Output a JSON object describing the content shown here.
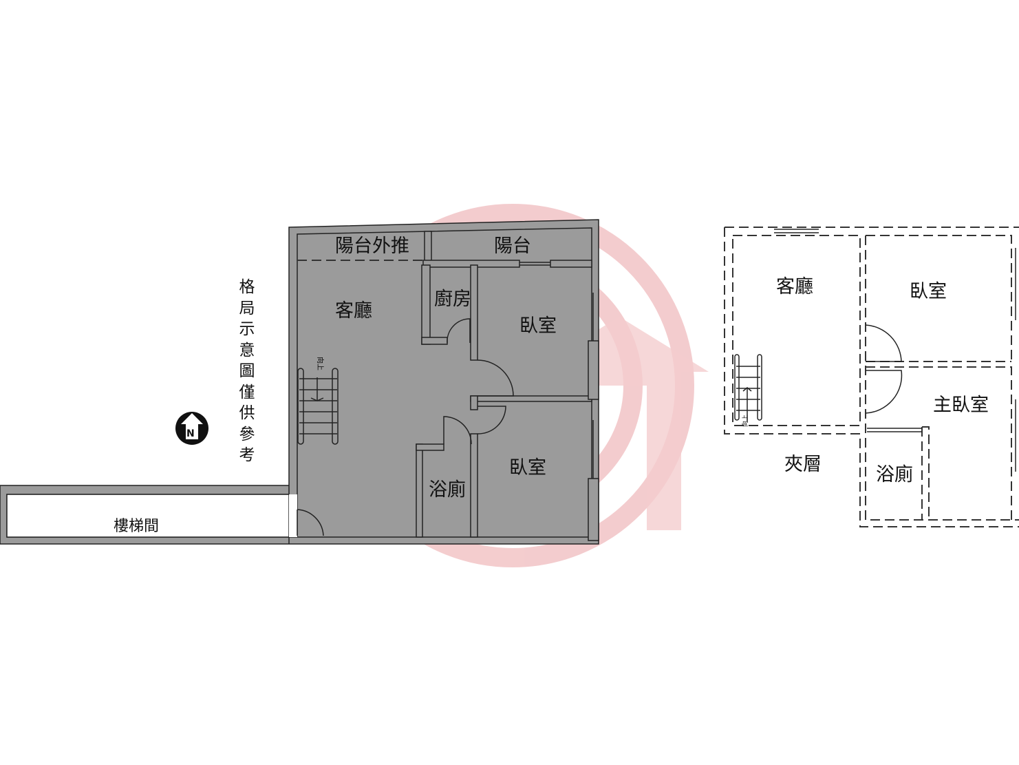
{
  "watermark": {
    "color": "#f2c4c6"
  },
  "ground_floor": {
    "rooms": {
      "balcony_ext": "陽台外推",
      "balcony": "陽台",
      "living": "客廳",
      "kitchen": "廚房",
      "bedroom1": "臥室",
      "bedroom2": "臥室",
      "bathroom": "浴廁",
      "stairwell": "樓梯間"
    },
    "stair_label": "向上"
  },
  "mezzanine": {
    "rooms": {
      "living": "客廳",
      "bedroom": "臥室",
      "master": "主臥室",
      "bathroom": "浴廁",
      "mezzanine": "夾層"
    },
    "stair_label": "向上"
  },
  "note": "格局示意圖僅供參考",
  "compass": {
    "label": "N"
  }
}
